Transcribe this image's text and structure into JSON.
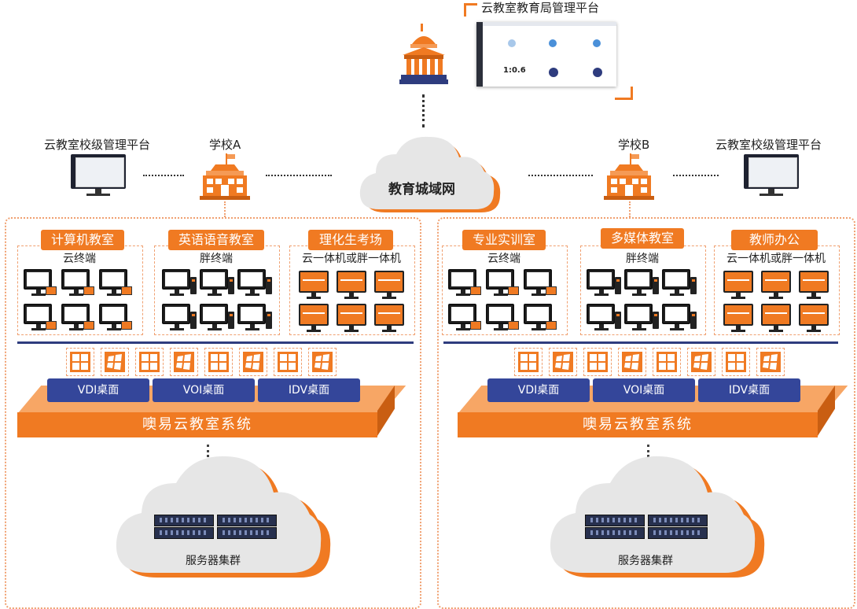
{
  "top": {
    "bureau_platform_label": "云教室教育局管理平台",
    "dashboard_ratio": "1:0.6"
  },
  "network": {
    "cloud_label": "教育城域网",
    "school_a_label": "学校A",
    "school_b_label": "学校B",
    "school_platform_a_label": "云教室校级管理平台",
    "school_platform_b_label": "云教室校级管理平台"
  },
  "school_a": {
    "rooms": [
      {
        "name": "计算机教室",
        "device": "云终端"
      },
      {
        "name": "英语语音教室",
        "device": "胖终端"
      },
      {
        "name": "理化生考场",
        "device": "云一体机或胖一体机"
      }
    ],
    "desktops": [
      "VDI桌面",
      "VOI桌面",
      "IDV桌面"
    ],
    "system_label": "噢易云教室系统",
    "server_label": "服务器集群"
  },
  "school_b": {
    "rooms": [
      {
        "name": "专业实训室",
        "device": "云终端"
      },
      {
        "name": "多媒体教室",
        "device": "胖终端"
      },
      {
        "name": "教师办公",
        "device": "云一体机或胖一体机"
      }
    ],
    "desktops": [
      "VDI桌面",
      "VOI桌面",
      "IDV桌面"
    ],
    "system_label": "噢易云教室系统",
    "server_label": "服务器集群"
  },
  "colors": {
    "accent_orange": "#f07a22",
    "desktop_blue": "#34469a",
    "divider_navy": "#2e3c7e"
  },
  "icons": {
    "bureau": "government-building-icon",
    "school": "school-building-icon",
    "monitor": "monitor-icon",
    "windows": "windows-logo-icon",
    "server": "server-rack-icon",
    "cloud": "cloud-icon"
  }
}
